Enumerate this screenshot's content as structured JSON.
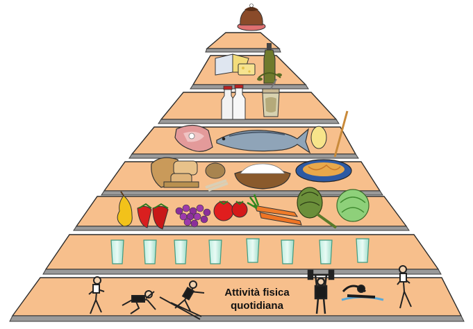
{
  "pyramid": {
    "colors": {
      "tier_fill": "#f7bf8c",
      "shelf": "#9a9a9a",
      "outline": "#2b2b2b"
    },
    "tiers": [
      {
        "level": 1,
        "content": "cake"
      },
      {
        "level": 2,
        "content": "cheese and olive oil"
      },
      {
        "level": 3,
        "content": "milk and yogurt"
      },
      {
        "level": 4,
        "content": "meat, fish, eggs"
      },
      {
        "level": 5,
        "content": "bread, potatoes, rice, pasta"
      },
      {
        "level": 6,
        "content": "fruits and vegetables"
      },
      {
        "level": 7,
        "content": "glasses of water"
      },
      {
        "level": 8,
        "content": "physical activity"
      }
    ],
    "icons": [
      "cake-icon",
      "cheese-icon",
      "olive-oil-bottle-icon",
      "milk-bottle-icon",
      "yogurt-jar-icon",
      "steak-icon",
      "fish-icon",
      "egg-icon",
      "bread-icon",
      "potato-icon",
      "rice-bowl-icon",
      "pasta-plate-icon",
      "pear-icon",
      "strawberry-icon",
      "grapes-icon",
      "tomato-icon",
      "carrot-icon",
      "artichoke-icon",
      "cabbage-icon",
      "water-glass-icon",
      "runner-icon",
      "gymnast-icon",
      "skier-icon",
      "weightlifter-icon",
      "swimmer-icon"
    ],
    "water_glasses": 8,
    "activity_label": {
      "line1": "Attività fisica",
      "line2": "quotidiana"
    }
  }
}
